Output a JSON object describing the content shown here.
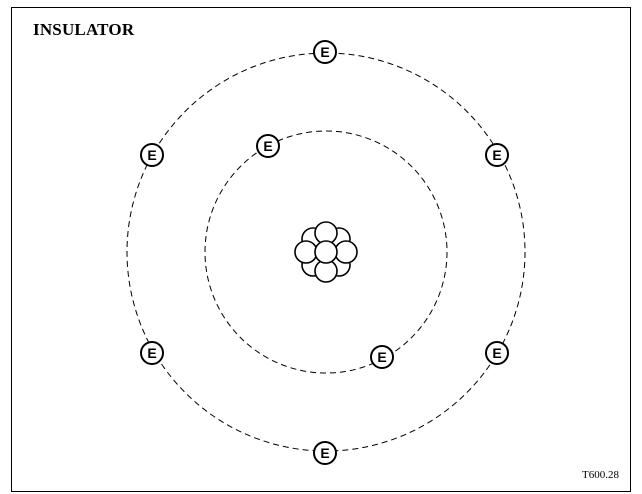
{
  "title": "INSULATOR",
  "figure_code": "T600.28",
  "electron_label": "E",
  "inner_shell_electron_count": 2,
  "outer_shell_electron_count": 6
}
